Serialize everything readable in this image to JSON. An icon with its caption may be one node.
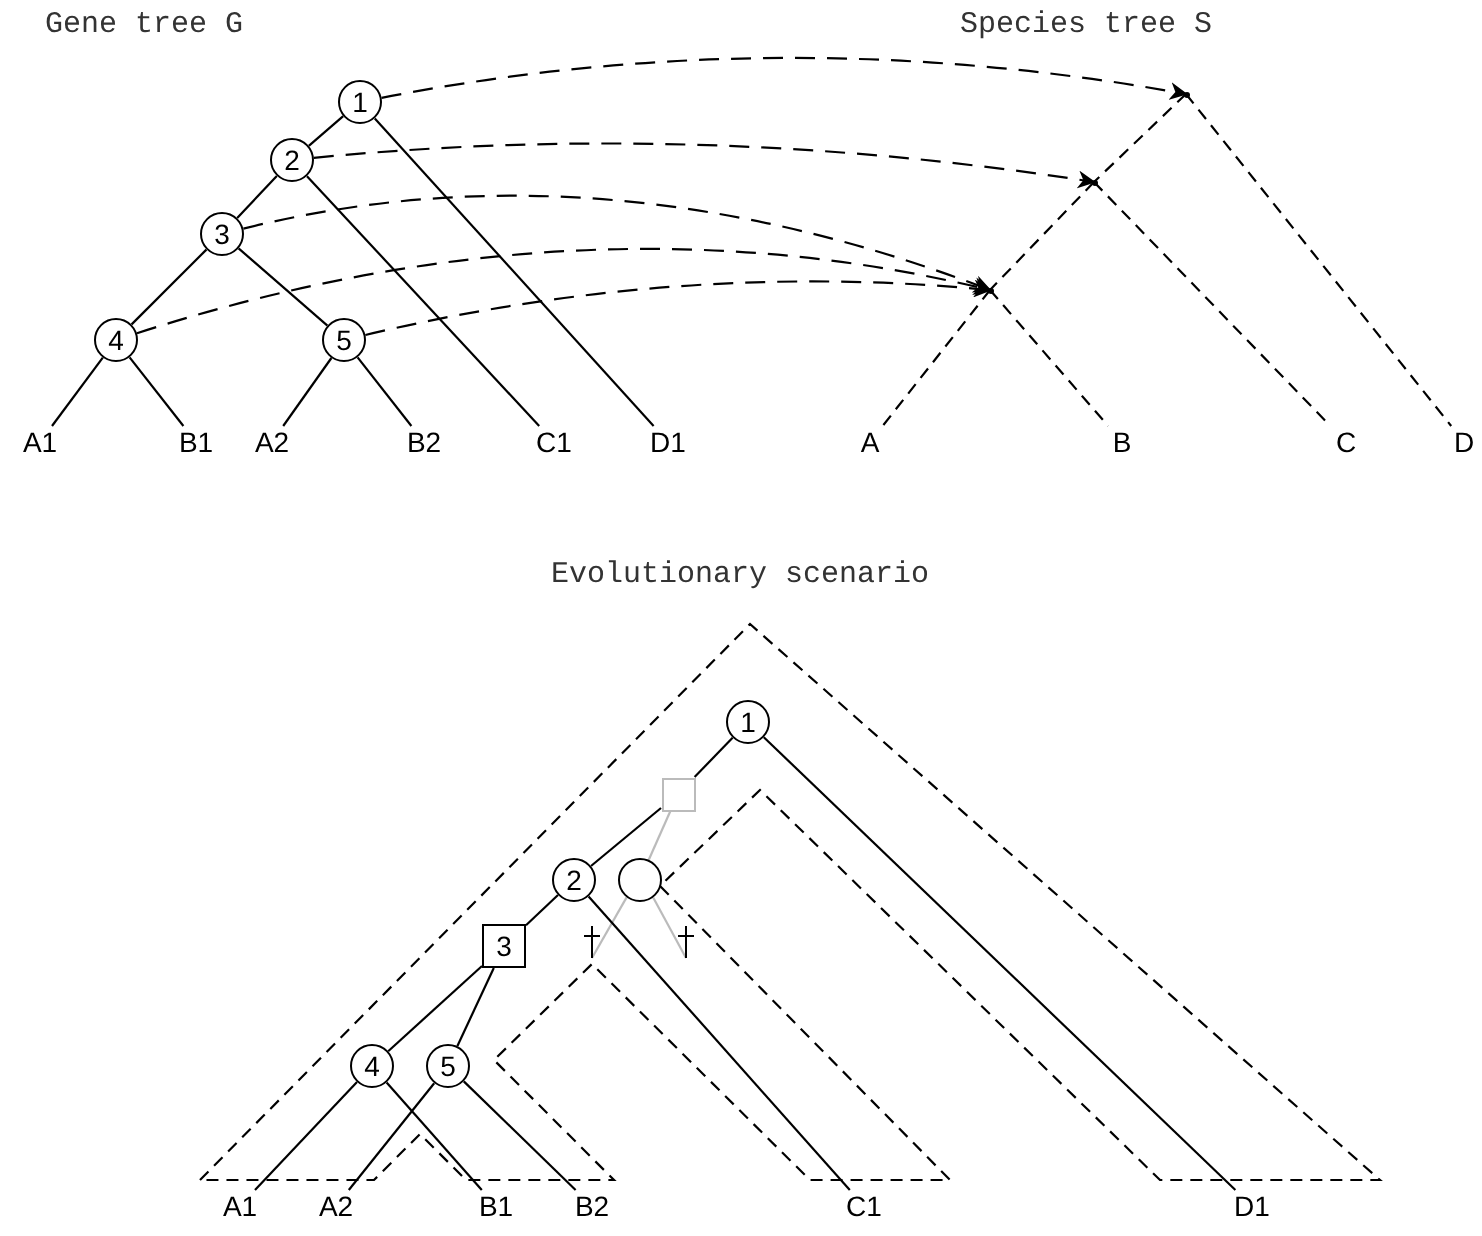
{
  "diagram": {
    "nodes": [
      {
        "text": [
          "1"
        ]
      },
      {
        "text": [
          "2"
        ]
      },
      {
        "text": [
          "3"
        ]
      },
      {
        "text": [
          "4"
        ]
      },
      {
        "text": [
          "5"
        ]
      },
      {
        "text": [
          "A1"
        ]
      },
      {
        "text": [
          "B1"
        ]
      },
      {
        "text": [
          "A2"
        ]
      },
      {
        "text": [
          "B2"
        ]
      },
      {
        "text": [
          "C1"
        ]
      },
      {
        "text": [
          "D1"
        ]
      },
      {
        "text": [],
        "shape": "point"
      },
      {
        "text": [],
        "shape": "point"
      },
      {
        "text": [],
        "shape": "point"
      },
      {
        "text": [
          "A"
        ]
      },
      {
        "text": [
          "B"
        ]
      },
      {
        "text": [
          "C"
        ]
      },
      {
        "text": [
          "D"
        ]
      },
      {
        "text": [
          "1"
        ]
      },
      {
        "text": [],
        "shape": "box"
      },
      {
        "text": [
          "2"
        ]
      },
      {
        "text": [],
        "shape": "circle"
      },
      {
        "text": [],
        "shape": "cross"
      },
      {
        "text": [],
        "shape": "cross"
      },
      {
        "text": [
          "3"
        ]
      },
      {
        "text": [
          "4"
        ]
      },
      {
        "text": [
          "5"
        ]
      },
      {
        "text": [
          "A1"
        ]
      },
      {
        "text": [
          "A2"
        ]
      },
      {
        "text": [
          "B1"
        ]
      },
      {
        "text": [
          "B2"
        ]
      },
      {
        "text": [
          "C1"
        ]
      },
      {
        "text": [
          "D1"
        ]
      }
    ],
    "edges": [
      {
        "from": 0,
        "to": 1,
        "arrow": "none"
      },
      {
        "from": 0,
        "to": 10,
        "arrow": "none"
      },
      {
        "from": 1,
        "to": 2,
        "arrow": "none"
      },
      {
        "from": 1,
        "to": 9,
        "arrow": "none"
      },
      {
        "from": 2,
        "to": 3,
        "arrow": "none"
      },
      {
        "from": 2,
        "to": 4,
        "arrow": "none"
      },
      {
        "from": 3,
        "to": 5,
        "arrow": "none"
      },
      {
        "from": 3,
        "to": 6,
        "arrow": "none"
      },
      {
        "from": 4,
        "to": 7,
        "arrow": "none"
      },
      {
        "from": 4,
        "to": 8,
        "arrow": "none"
      },
      {
        "from": 11,
        "to": 12,
        "arrow": "none",
        "style": "dashed"
      },
      {
        "from": 11,
        "to": 17,
        "arrow": "none",
        "style": "dashed"
      },
      {
        "from": 12,
        "to": 13,
        "arrow": "none",
        "style": "dashed"
      },
      {
        "from": 12,
        "to": 16,
        "arrow": "none",
        "style": "dashed"
      },
      {
        "from": 13,
        "to": 14,
        "arrow": "none",
        "style": "dashed"
      },
      {
        "from": 13,
        "to": 15,
        "arrow": "none",
        "style": "dashed"
      },
      {
        "from": 0,
        "to": 11,
        "arrow": "to",
        "style": "dashed"
      },
      {
        "from": 1,
        "to": 12,
        "arrow": "to",
        "style": "dashed"
      },
      {
        "from": 2,
        "to": 13,
        "arrow": "to",
        "style": "dashed"
      },
      {
        "from": 3,
        "to": 13,
        "arrow": "to",
        "style": "dashed"
      },
      {
        "from": 4,
        "to": 13,
        "arrow": "to",
        "style": "dashed"
      },
      {
        "from": 18,
        "to": 19,
        "arrow": "none"
      },
      {
        "from": 19,
        "to": 20,
        "arrow": "none"
      },
      {
        "from": 18,
        "to": 32,
        "arrow": "none"
      },
      {
        "from": 19,
        "to": 21,
        "arrow": "none",
        "color": "#bbbbbb"
      },
      {
        "from": 21,
        "to": 22,
        "arrow": "none",
        "color": "#bbbbbb"
      },
      {
        "from": 21,
        "to": 23,
        "arrow": "none",
        "color": "#bbbbbb"
      },
      {
        "from": 20,
        "to": 24,
        "arrow": "none"
      },
      {
        "from": 20,
        "to": 31,
        "arrow": "none"
      },
      {
        "from": 24,
        "to": 25,
        "arrow": "none"
      },
      {
        "from": 24,
        "to": 26,
        "arrow": "none"
      },
      {
        "from": 25,
        "to": 27,
        "arrow": "none"
      },
      {
        "from": 25,
        "to": 29,
        "arrow": "none"
      },
      {
        "from": 26,
        "to": 28,
        "arrow": "none"
      },
      {
        "from": 26,
        "to": 30,
        "arrow": "none"
      }
    ],
    "labels": [
      "Gene tree G",
      "Species tree S",
      "Evolutionary scenario"
    ]
  }
}
